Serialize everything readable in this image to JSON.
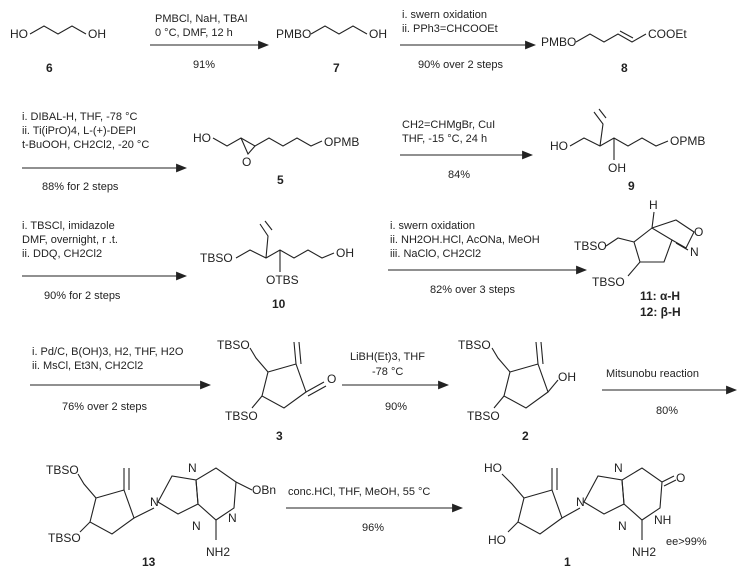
{
  "step1": {
    "reactant": {
      "left": "HO",
      "right": "OH",
      "number": "6"
    },
    "conditions": [
      "PMBCl, NaH, TBAI",
      "0 °C, DMF, 12 h"
    ],
    "yield": "91%",
    "product": {
      "left": "PMBO",
      "right": "OH",
      "number": "7"
    }
  },
  "step2": {
    "conditions": [
      "i. swern oxidation",
      "ii. PPh3=CHCOOEt"
    ],
    "yield": "90% over 2 steps",
    "product": {
      "left": "PMBO",
      "right": "COOEt",
      "number": "8"
    }
  },
  "step3": {
    "conditions": [
      "i. DIBAL-H, THF, -78 °C",
      "ii. Ti(iPrO)4, L-(+)-DEPI",
      "t-BuOOH, CH2Cl2, -20 °C"
    ],
    "yield": "88% for 2 steps",
    "product": {
      "left": "HO",
      "right": "OPMB",
      "o": "O",
      "number": "5"
    }
  },
  "step4": {
    "conditions": [
      "CH2=CHMgBr, CuI",
      "THF, -15 °C, 24 h"
    ],
    "yield": "84%",
    "product": {
      "left": "HO",
      "right": "OPMB",
      "oh": "OH",
      "number": "9"
    }
  },
  "step5": {
    "conditions": [
      "i. TBSCl, imidazole",
      "DMF, overnight, r .t.",
      "ii. DDQ, CH2Cl2"
    ],
    "yield": "90% for 2 steps",
    "product": {
      "left": "TBSO",
      "right": "OH",
      "otbs": "OTBS",
      "number": "10"
    }
  },
  "step6": {
    "conditions": [
      "i. swern oxidation",
      "ii. NH2OH.HCl, AcONa, MeOH",
      "iii. NaClO, CH2Cl2"
    ],
    "yield": "82% over 3 steps",
    "product": {
      "tbso_top": "TBSO",
      "tbso_bottom": "TBSO",
      "h": "H",
      "o": "O",
      "n": "N",
      "label_a": "11: α-H",
      "label_b": "12: β-H"
    }
  },
  "step7": {
    "conditions": [
      "i. Pd/C, B(OH)3, H2, THF, H2O",
      "ii. MsCl, Et3N, CH2Cl2"
    ],
    "yield": "76% over 2 steps",
    "product": {
      "tbso_top": "TBSO",
      "tbso_bottom": "TBSO",
      "o": "O",
      "number": "3"
    }
  },
  "step8": {
    "conditions": [
      "LiBH(Et)3, THF",
      "-78 °C"
    ],
    "yield": "90%",
    "product": {
      "tbso_top": "TBSO",
      "tbso_bottom": "TBSO",
      "oh": "OH",
      "number": "2"
    }
  },
  "step9": {
    "conditions": [
      "Mitsunobu reaction"
    ],
    "yield": "80%"
  },
  "compound13": {
    "tbso_top": "TBSO",
    "tbso_bottom": "TBSO",
    "obn": "OBn",
    "nh2": "NH2",
    "n": "N",
    "number": "13"
  },
  "step10": {
    "conditions": [
      "conc.HCl, THF, MeOH, 55 °C"
    ],
    "yield": "96%",
    "product": {
      "ho_top": "HO",
      "ho_bottom": "HO",
      "o": "O",
      "nh": "NH",
      "nh2": "NH2",
      "n": "N",
      "number": "1"
    },
    "ee": "ee>99%"
  }
}
